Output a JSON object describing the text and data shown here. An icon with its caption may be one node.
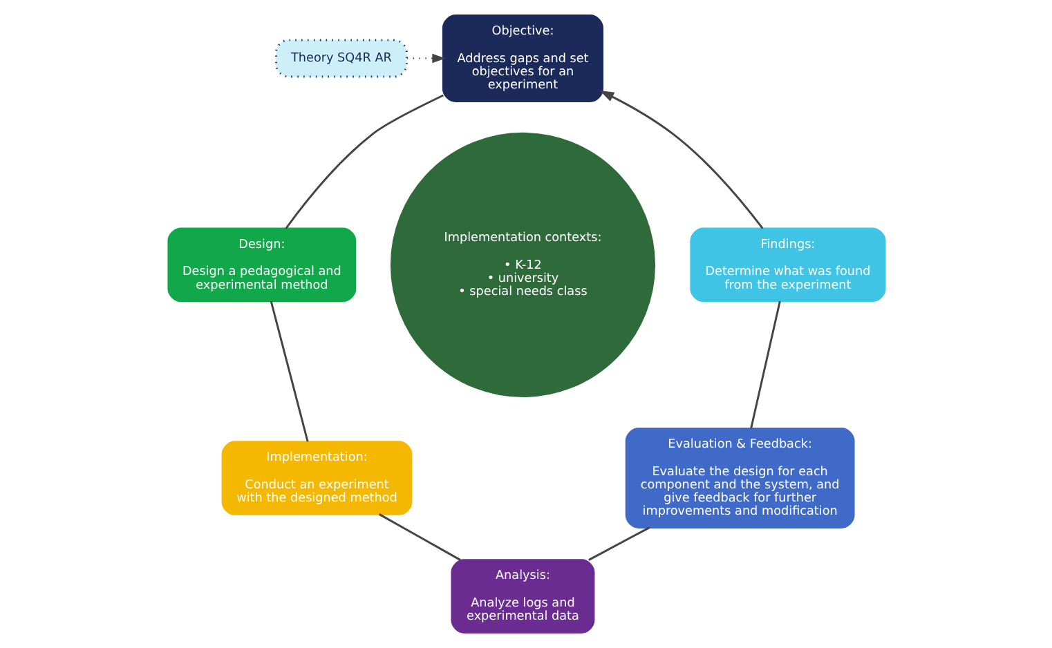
{
  "diagram": {
    "nodes": [
      {
        "text": [
          "Theory SQ4R AR"
        ]
      },
      {
        "text": [
          "Objective:",
          "Address gaps and set objectives for an experiment"
        ]
      },
      {
        "text": [
          "Design:",
          "Design a pedagogical and experimental method"
        ]
      },
      {
        "text": [
          "Implementation:",
          "Conduct an experiment with the designed method"
        ]
      },
      {
        "text": [
          "Analysis:",
          "Analyze logs and experimental data"
        ]
      },
      {
        "text": [
          "Evaluation & Feedback:",
          "Evaluate the design for each component and the system, and give feedback for further improvements and modification"
        ]
      },
      {
        "text": [
          "Findings:",
          "Determine what was found from the experiment"
        ]
      },
      {
        "text": [
          "Implementation contexts:",
          "• K-12",
          "• university",
          "• special needs class"
        ]
      }
    ],
    "edges": [
      {
        "from": 0,
        "to": 1,
        "arrow": "to",
        "style": "dashed"
      },
      {
        "from": 1,
        "to": 2,
        "arrow": "none"
      },
      {
        "from": 2,
        "to": 3,
        "arrow": "none"
      },
      {
        "from": 3,
        "to": 4,
        "arrow": "none"
      },
      {
        "from": 4,
        "to": 5,
        "arrow": "none"
      },
      {
        "from": 5,
        "to": 6,
        "arrow": "none"
      },
      {
        "from": 6,
        "to": 1,
        "arrow": "to"
      }
    ]
  }
}
